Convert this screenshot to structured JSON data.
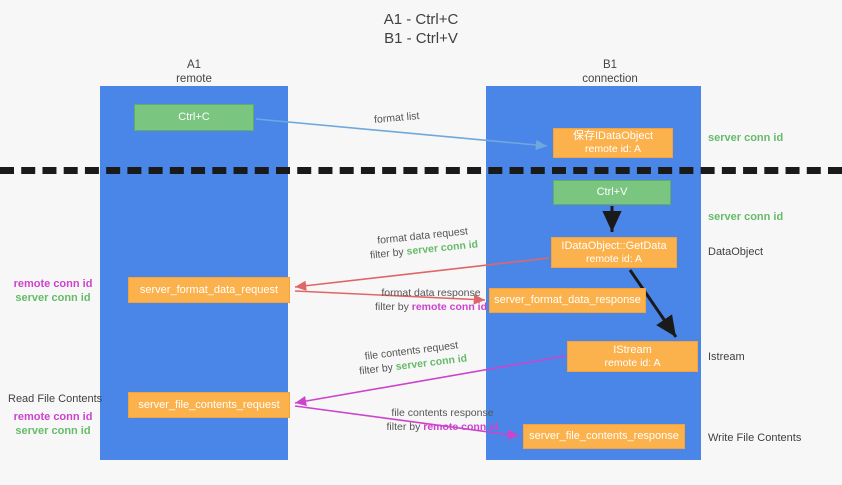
{
  "title": {
    "line1": "A1 - Ctrl+C",
    "line2": "B1 - Ctrl+V"
  },
  "lanes": [
    {
      "id": "a1",
      "name": "A1",
      "subtitle": "remote",
      "color": "#4a86e8"
    },
    {
      "id": "b1",
      "name": "B1",
      "subtitle": "connection",
      "color": "#4a86e8"
    }
  ],
  "colors": {
    "lane": "#4a86e8",
    "green_box": "#7ac57f",
    "orange_box": "#fbb14c",
    "server_conn_id": "#66bb6a",
    "remote_conn_id": "#cc44cc",
    "arrow_blue": "#6fa8dc",
    "arrow_red": "#e06666",
    "arrow_magenta": "#cc44cc",
    "arrow_black": "#1a1a1a",
    "background": "#f7f7f7"
  },
  "boxes": {
    "ctrl_c": {
      "line1": "Ctrl+C"
    },
    "save_idataobject": {
      "line1": "保存IDataObject",
      "line2": "remote id: A"
    },
    "ctrl_v": {
      "line1": "Ctrl+V"
    },
    "getdata": {
      "line1": "IDataObject::GetData",
      "line2": "remote id: A"
    },
    "format_data_request": {
      "line1": "server_format_data_request"
    },
    "format_data_response": {
      "line1": "server_format_data_response"
    },
    "istream": {
      "line1": "IStream",
      "line2": "remote id: A"
    },
    "file_contents_request": {
      "line1": "server_file_contents_request"
    },
    "file_contents_response": {
      "line1": "server_file_contents_response"
    }
  },
  "annotations": {
    "format_list": "format list",
    "format_data_request": {
      "line1": "format data request",
      "filter_prefix": "filter by ",
      "filter_value": "server conn id"
    },
    "format_data_response": {
      "line1": "format data response",
      "filter_prefix": "filter by ",
      "filter_value": "remote conn id"
    },
    "file_contents_request": {
      "line1": "file contents request",
      "filter_prefix": "filter by ",
      "filter_value": "server conn id"
    },
    "file_contents_response": {
      "line1": "file contents response",
      "filter_prefix": "filter by ",
      "filter_value": "remote conn id"
    }
  },
  "side_labels": {
    "right": {
      "server_conn_id_top": "server conn id",
      "server_conn_id_mid": "server conn id",
      "dataobject": "DataObject",
      "istream": "Istream",
      "write_file_contents": "Write File Contents"
    },
    "left": {
      "remote_conn_id_1": "remote conn id",
      "server_conn_id_1": "server conn id",
      "read_file_contents": "Read File Contents",
      "remote_conn_id_2": "remote conn id",
      "server_conn_id_2": "server conn id"
    }
  }
}
